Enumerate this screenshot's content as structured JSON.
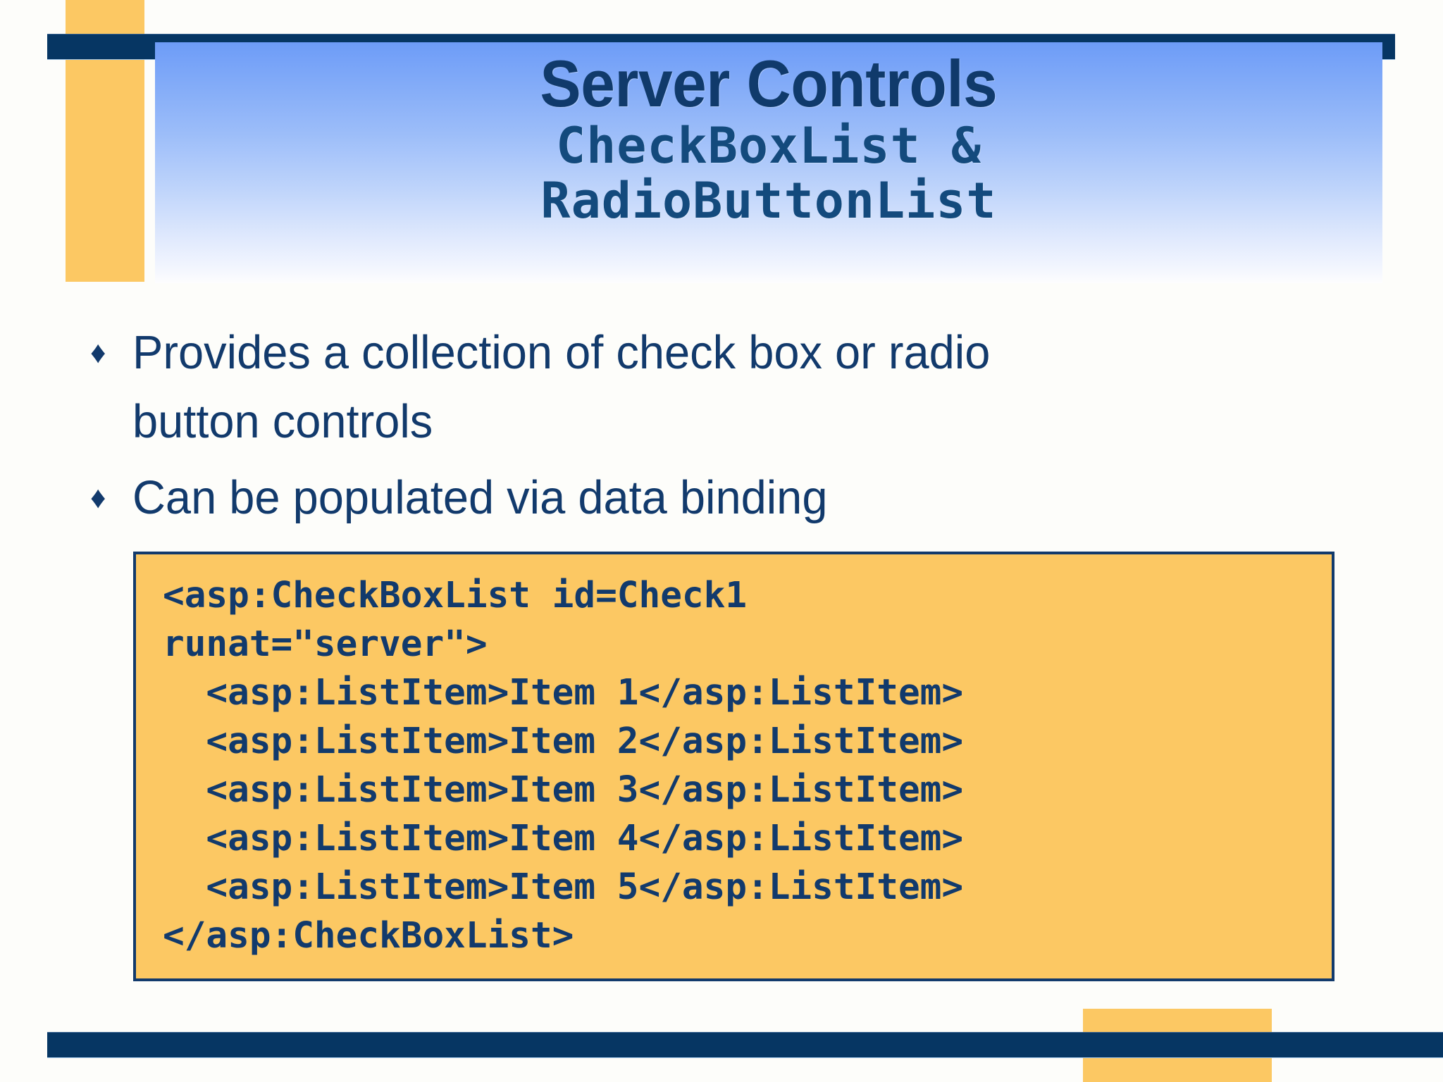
{
  "slide": {
    "title_main": "Server Controls",
    "title_sub_line1": "CheckBoxList &",
    "title_sub_line2": "RadioButtonList",
    "bullet_marker": "♦",
    "bullets": [
      "Provides a collection of check box or radio button controls",
      "Can be populated via data binding"
    ],
    "code": {
      "lines": [
        "<asp:CheckBoxList id=Check1",
        "runat=\"server\">",
        "  <asp:ListItem>Item 1</asp:ListItem>",
        "  <asp:ListItem>Item 2</asp:ListItem>",
        "  <asp:ListItem>Item 3</asp:ListItem>",
        "  <asp:ListItem>Item 4</asp:ListItem>",
        "  <asp:ListItem>Item 5</asp:ListItem>",
        "</asp:CheckBoxList>"
      ]
    },
    "colors": {
      "navy": "#063663",
      "title_navy": "#103a6b",
      "body_navy": "#123a6c",
      "orange": "#fcc863",
      "gradient_top": "#6d9cf7",
      "gradient_bottom": "#fdfdfe",
      "background": "#fdfdfa"
    }
  }
}
